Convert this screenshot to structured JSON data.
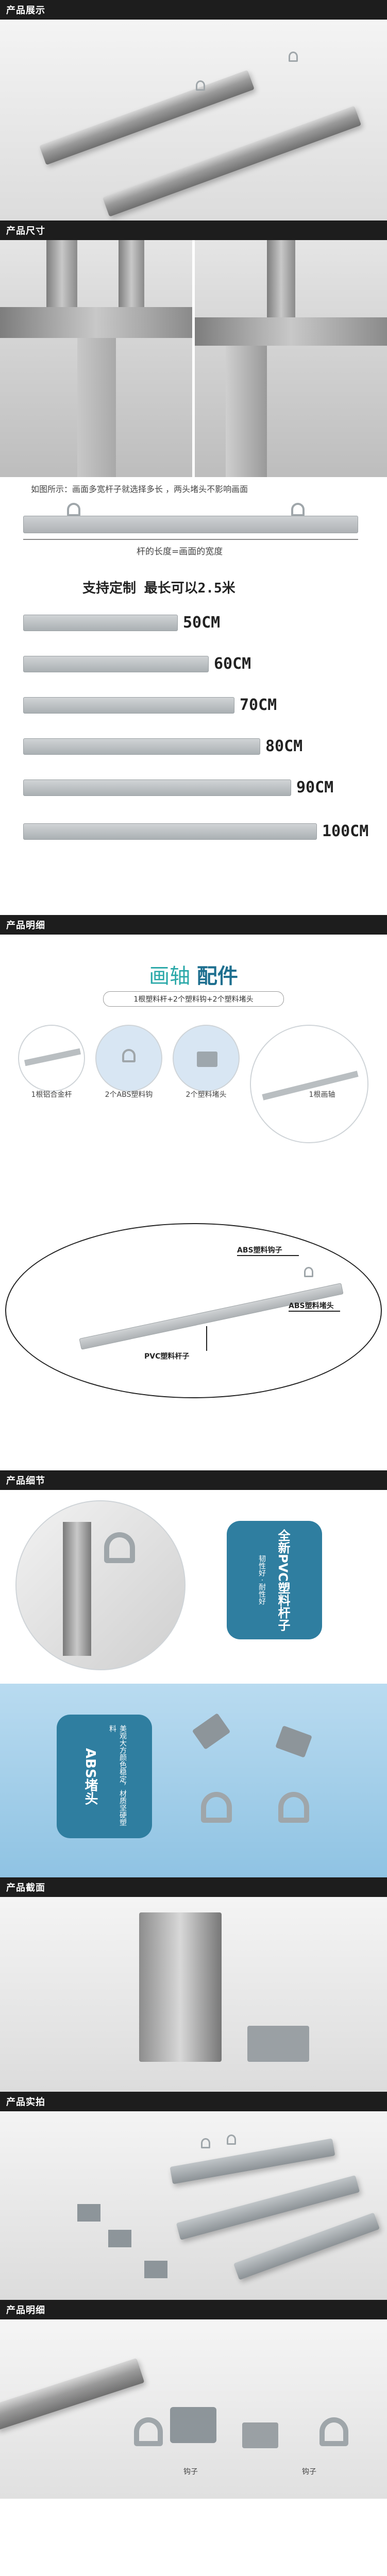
{
  "sections": {
    "display": "产品展示",
    "size": "产品尺寸",
    "details": "产品明细",
    "detail_close": "产品细节",
    "section_cut": "产品截面",
    "real_shot": "产品实拍",
    "details2": "产品明细"
  },
  "size_section": {
    "note": "如图所示：画面多宽杆子就选择多长 ，两头堵头不影响画面",
    "rod_length": "杆的长度=画面的宽度",
    "custom": "支持定制  最长可以2.5米",
    "lengths": [
      "50CM",
      "60CM",
      "70CM",
      "80CM",
      "90CM",
      "100CM"
    ],
    "length_values": [
      50,
      60,
      70,
      80,
      90,
      100
    ]
  },
  "parts_section": {
    "title_a": "画轴",
    "title_b": "配件",
    "subtitle": "1根塑料杆+2个塑料钩+2个塑料堵头",
    "items": [
      "1根铝合金杆",
      "2个ABS塑料钩",
      "2个塑料堵头",
      "1根画轴"
    ]
  },
  "diagram": {
    "hook": "ABS塑料钩子",
    "plug": "ABS塑料堵头",
    "rod": "PVC塑料杆子"
  },
  "detail_section": {
    "badge_title": "全新PVC塑料杆子",
    "badge_sub": "韧性好 · 耐性好",
    "abs_title": "ABS堵头",
    "abs_sub": "美观大方颜色稳定，材质坚硬塑料"
  },
  "bottom_labels": {
    "hook": "钩子",
    "hook2": "钩子"
  }
}
